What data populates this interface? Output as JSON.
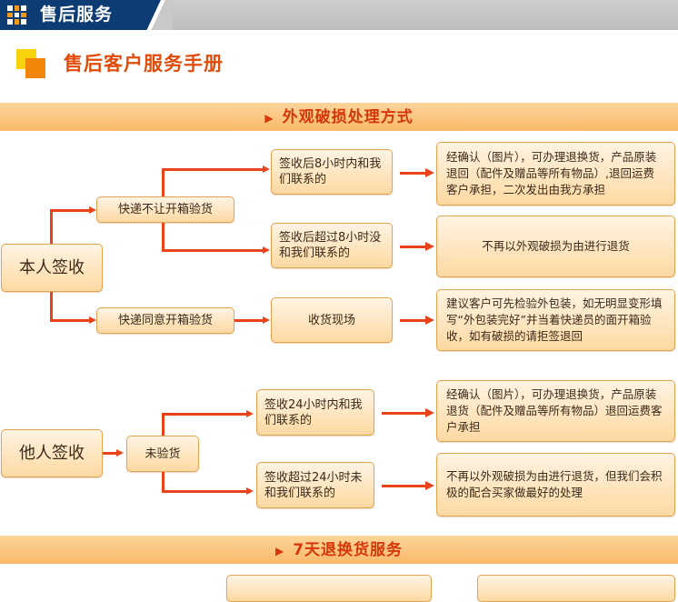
{
  "header": {
    "title": "售后服务",
    "accent_color": "#0d3b73",
    "icon": "grid-icon"
  },
  "manual": {
    "title": "售后客户服务手册",
    "color": "#e14c0a"
  },
  "section_damage": {
    "title": "外观破损处理方式",
    "arrow_icon": "▶"
  },
  "self_sign": {
    "root": "本人签收",
    "no_open": {
      "label": "快递不让开箱验货",
      "within": {
        "label": "签收后8小时内和我们联系的",
        "result": "经确认（图片），可办理退换货，产品原装退回（配件及赠品等所有物品）,退回运费客户承担，二次发出由我方承担"
      },
      "beyond": {
        "label": "签收后超过8小时没和我们联系的",
        "result": "不再以外观破损为由进行退货"
      }
    },
    "open": {
      "label": "快递同意开箱验货",
      "onsite": {
        "label": "收货现场",
        "result": "建议客户可先检验外包装，如无明显变形填写“外包装完好”并当着快递员的面开箱验收，如有破损的请拒签退回"
      }
    }
  },
  "other_sign": {
    "root": "他人签收",
    "unchecked": {
      "label": "未验货",
      "within": {
        "label": "签收24小时内和我们联系的",
        "result": "经确认（图片），可办理退换货，产品原装退货（配件及赠品等所有物品）退回运费客户承担"
      },
      "beyond": {
        "label": "签收超过24小时未和我们联系的",
        "result": "不再以外观破损为由进行退货，但我们会积极的配合买家做最好的处理"
      }
    }
  },
  "section_return": {
    "title": "7天退换货服务",
    "arrow_icon": "▶"
  },
  "colors": {
    "arrow": "#e8431a",
    "box_border": "#e2a450",
    "section_text": "#d6370a"
  }
}
